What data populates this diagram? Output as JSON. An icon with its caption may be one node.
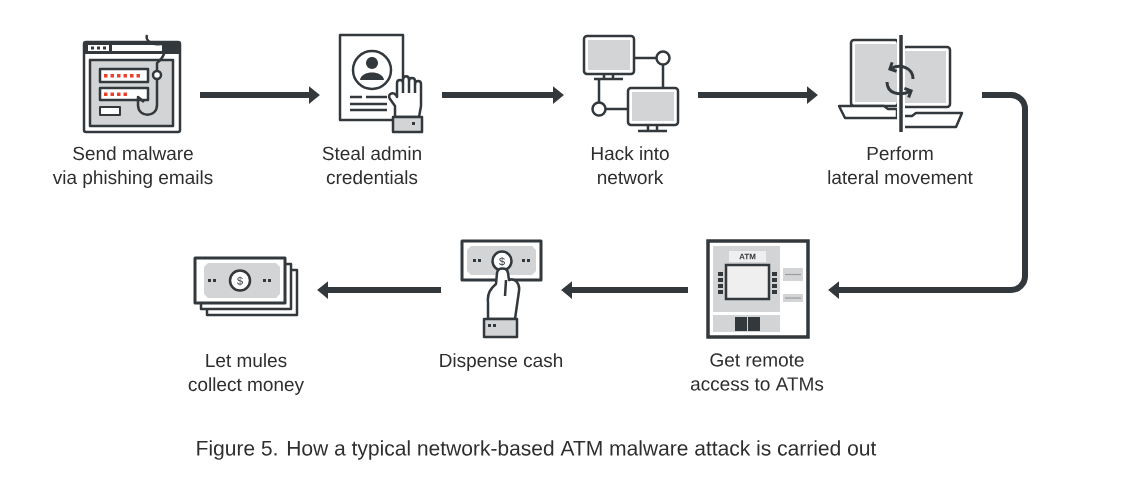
{
  "diagram": {
    "caption": "Figure 5. How a typical network-based ATM malware attack is carried out",
    "nodes": [
      {
        "text": [
          "Send malware via phishing emails"
        ]
      },
      {
        "text": [
          "Steal admin credentials"
        ]
      },
      {
        "text": [
          "Hack into network"
        ]
      },
      {
        "text": [
          "Perform lateral movement"
        ]
      },
      {
        "text": [
          "Get remote access to ATMs"
        ]
      },
      {
        "text": [
          "Dispense cash"
        ]
      },
      {
        "text": [
          "Let mules collect money"
        ]
      }
    ],
    "edges": [
      {
        "from": 0,
        "to": 1,
        "arrow": "to"
      },
      {
        "from": 1,
        "to": 2,
        "arrow": "to"
      },
      {
        "from": 2,
        "to": 3,
        "arrow": "to"
      },
      {
        "from": 3,
        "to": 4,
        "arrow": "to"
      },
      {
        "from": 4,
        "to": 5,
        "arrow": "to"
      },
      {
        "from": 5,
        "to": 6,
        "arrow": "to"
      }
    ],
    "labels": [
      "$",
      "$",
      "ATM"
    ]
  }
}
